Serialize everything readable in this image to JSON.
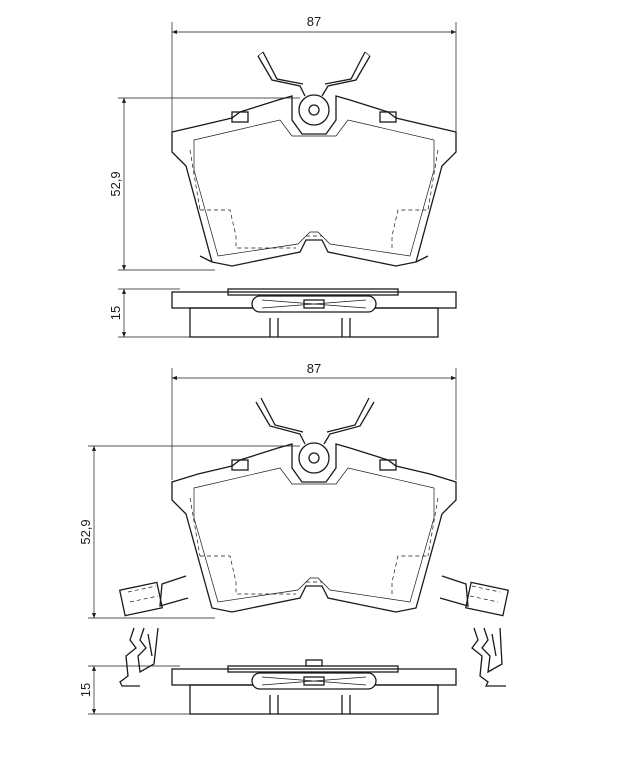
{
  "drawing": {
    "top_view": {
      "width_label": "87",
      "height_label": "52,9",
      "thickness_label": "15"
    },
    "bottom_view": {
      "width_label": "87",
      "height_label": "52,9",
      "thickness_label": "15"
    }
  }
}
